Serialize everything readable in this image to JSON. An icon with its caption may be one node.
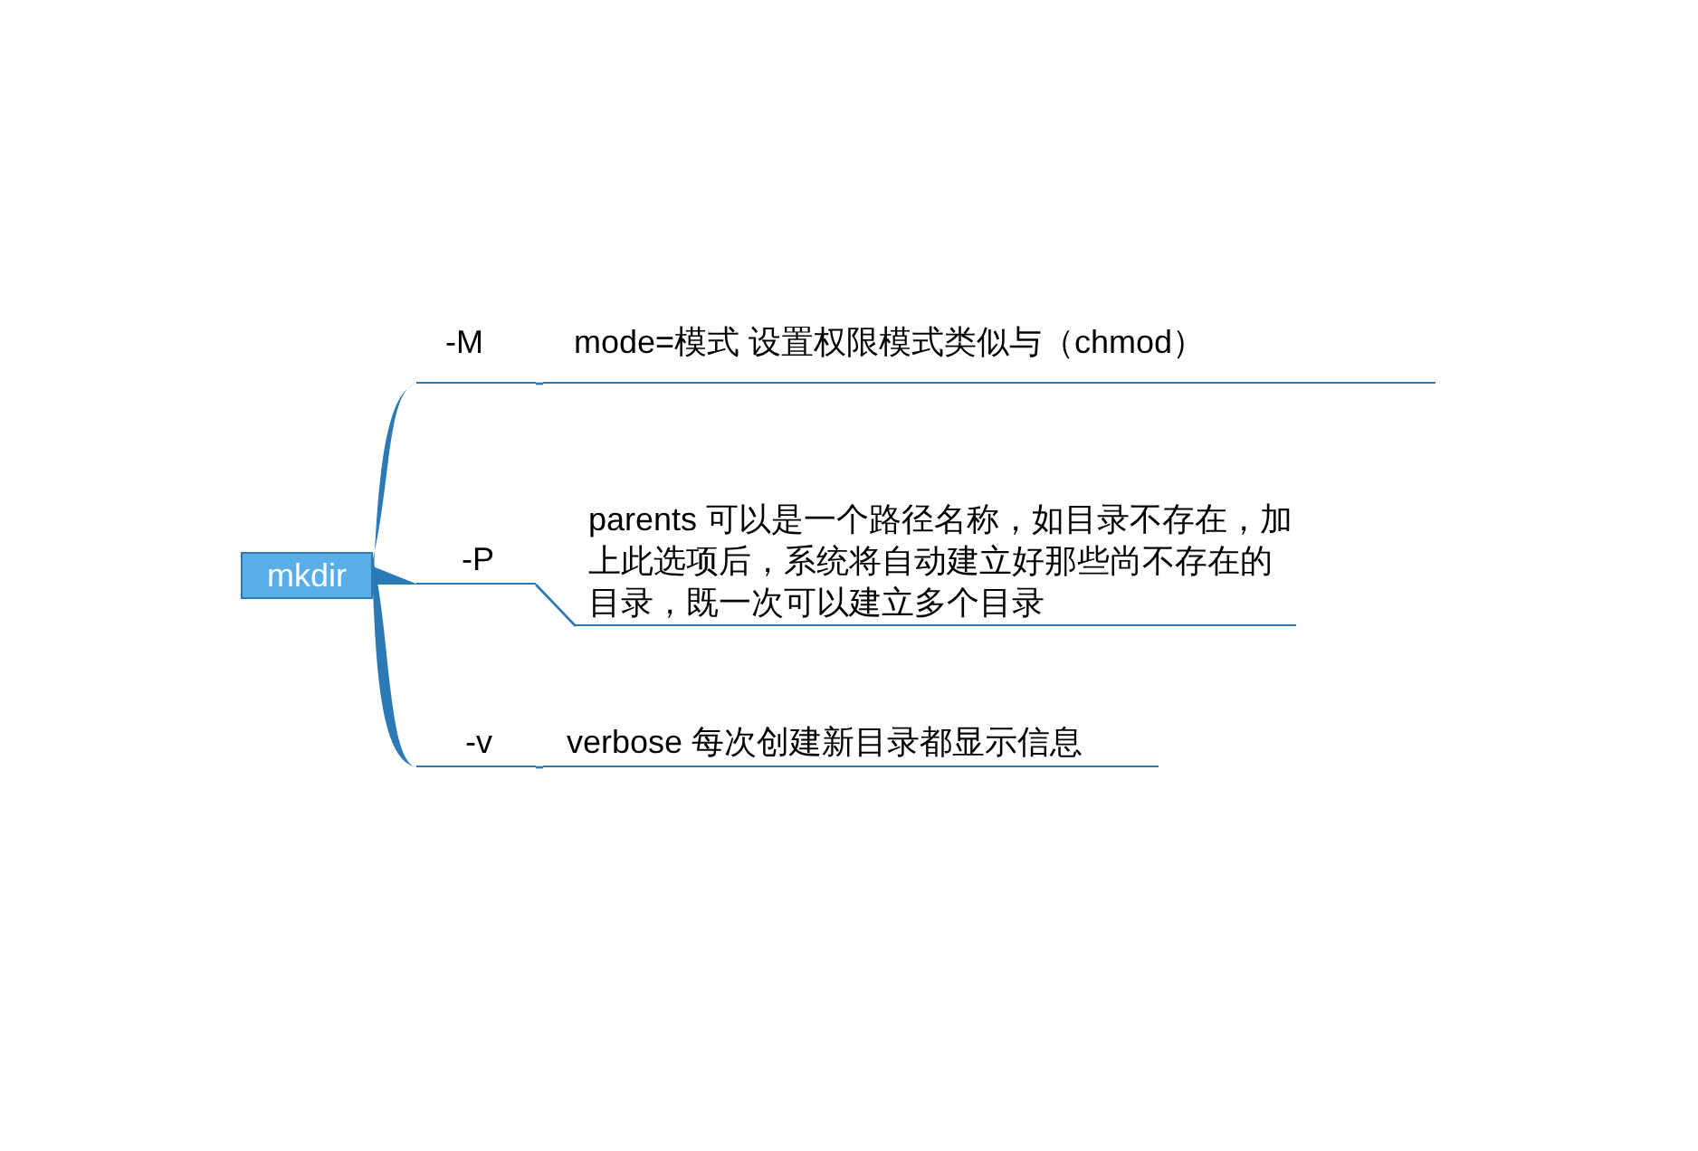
{
  "diagram": {
    "nodes": [
      {
        "text": [
          "mkdir"
        ]
      },
      {
        "text": [
          "-M"
        ]
      },
      {
        "text": [
          "mode=模式 设置权限模式类似与（chmod）"
        ]
      },
      {
        "text": [
          "-P"
        ]
      },
      {
        "text": [
          "parents 可以是一个路径名称，如目录不存在，加上此选项后，系统将自动建立好那些尚不存在的目录，既一次可以建立多个目录"
        ]
      },
      {
        "text": [
          "-v"
        ]
      },
      {
        "text": [
          "verbose 每次创建新目录都显示信息"
        ]
      }
    ],
    "edges": [
      {
        "from": 0,
        "to": 1,
        "arrow": "none",
        "style": "thick"
      },
      {
        "from": 1,
        "to": 2,
        "arrow": "none"
      },
      {
        "from": 0,
        "to": 3,
        "arrow": "none",
        "style": "thick"
      },
      {
        "from": 3,
        "to": 4,
        "arrow": "none"
      },
      {
        "from": 0,
        "to": 5,
        "arrow": "none",
        "style": "thick"
      },
      {
        "from": 5,
        "to": 6,
        "arrow": "none"
      }
    ]
  }
}
